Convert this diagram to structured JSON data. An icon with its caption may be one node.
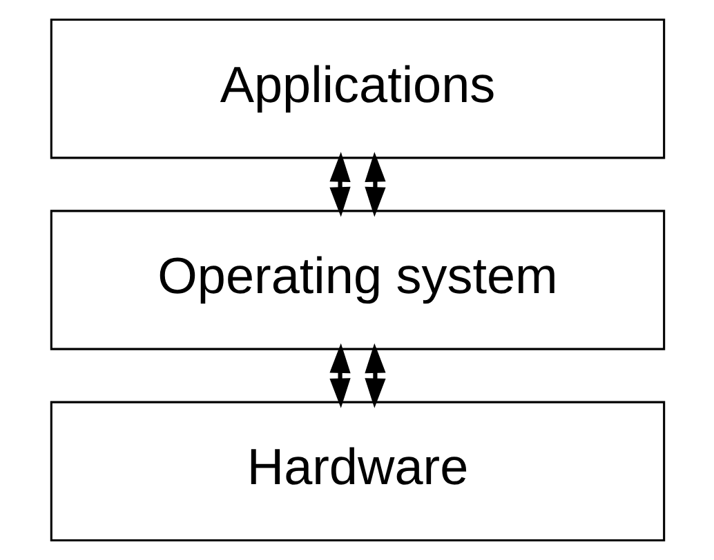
{
  "diagram": {
    "nodes": [
      {
        "text": [
          "Applications"
        ]
      },
      {
        "text": [
          "Operating system"
        ]
      },
      {
        "text": [
          "Hardware"
        ]
      }
    ],
    "edges": [
      {
        "from": 0,
        "to": 1,
        "arrow": "both"
      },
      {
        "from": 0,
        "to": 1,
        "arrow": "both"
      },
      {
        "from": 1,
        "to": 2,
        "arrow": "both"
      },
      {
        "from": 1,
        "to": 2,
        "arrow": "both"
      }
    ]
  }
}
